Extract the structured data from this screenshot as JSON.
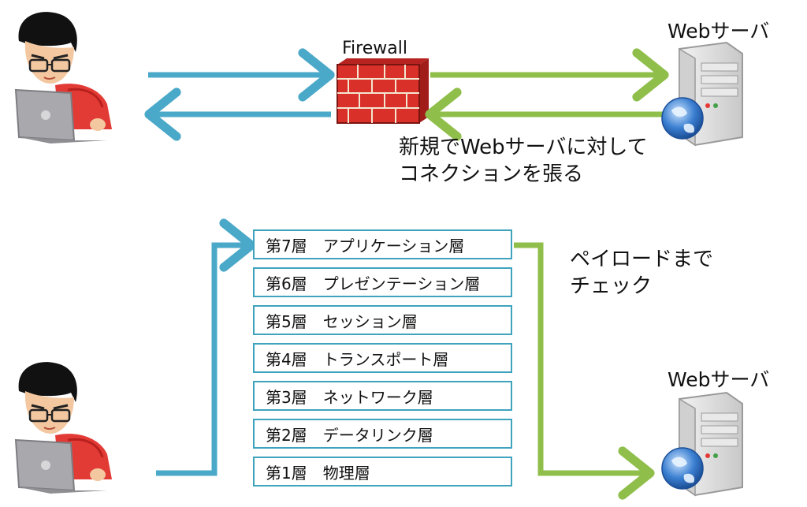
{
  "colors": {
    "blue_arrow": "#4aa8c8",
    "green_arrow": "#8fbf4a",
    "firewall_red": "#d9302a",
    "box_border": "#3fa3bd"
  },
  "firewall": {
    "label": "Firewall",
    "icon": "brick-wall-firewall-icon"
  },
  "top_scenario": {
    "server_label": "Webサーバ",
    "note_lines": [
      "新規でWebサーバに対して",
      "コネクションを張る"
    ]
  },
  "bottom_scenario": {
    "server_label": "Webサーバ",
    "note_lines": [
      "ペイロードまで",
      "チェック"
    ],
    "osi_layers": [
      {
        "num": "第7層",
        "name": "アプリケーション層"
      },
      {
        "num": "第6層",
        "name": "プレゼンテーション層"
      },
      {
        "num": "第5層",
        "name": "セッション層"
      },
      {
        "num": "第4層",
        "name": "トランスポート層"
      },
      {
        "num": "第3層",
        "name": "ネットワーク層"
      },
      {
        "num": "第2層",
        "name": "データリンク層"
      },
      {
        "num": "第1層",
        "name": "物理層"
      }
    ]
  },
  "icons": [
    "user-with-laptop-icon",
    "web-server-icon",
    "globe-icon"
  ]
}
